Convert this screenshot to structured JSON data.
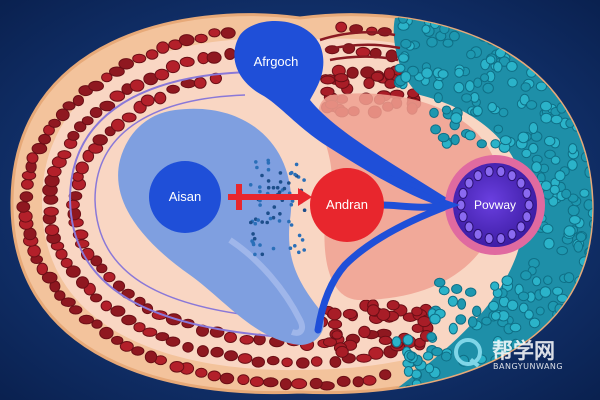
{
  "labels": {
    "top": "Afrgoch",
    "left": "Aisan",
    "center": "Andran",
    "right": "Povway"
  },
  "watermark": {
    "main": "帮学网",
    "sub": "BANGYUNWANG"
  },
  "colors": {
    "background": "#0b2a5e",
    "outer_skin": "#f3c39c",
    "inner_field": "#f9d6c3",
    "red_cells": "#b3202a",
    "blue_vessel": "#1f4fd8",
    "light_blue": "#7f9fe0",
    "red_circle": "#e8262d",
    "teal_cells": "#2bb3c9",
    "purple_node": "#5a2fc4",
    "pink_ring": "#e06aa0"
  }
}
